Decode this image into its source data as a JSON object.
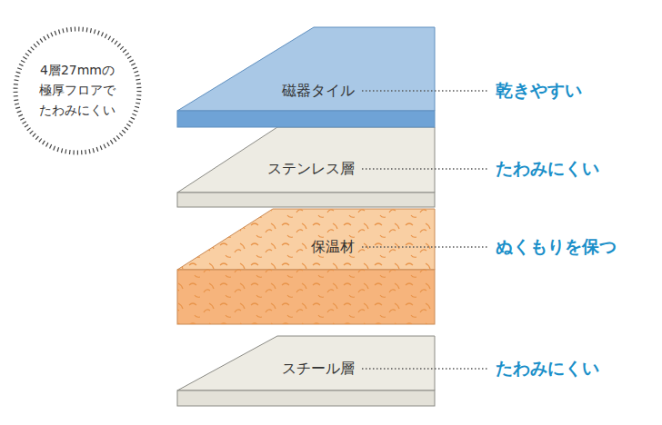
{
  "diagram": {
    "nodes": [
      {
        "text": [
          "4層27mmの 極厚フロアで たわみにくい"
        ]
      },
      {
        "text": [
          "磁器タイル"
        ]
      },
      {
        "text": [
          "ステンレス層"
        ]
      },
      {
        "text": [
          "保温材"
        ]
      },
      {
        "text": [
          "スチール層"
        ]
      }
    ],
    "labels": [
      "乾きやすい",
      "たわみにくい",
      "ぬくもりを保つ",
      "たわみにくい"
    ]
  }
}
